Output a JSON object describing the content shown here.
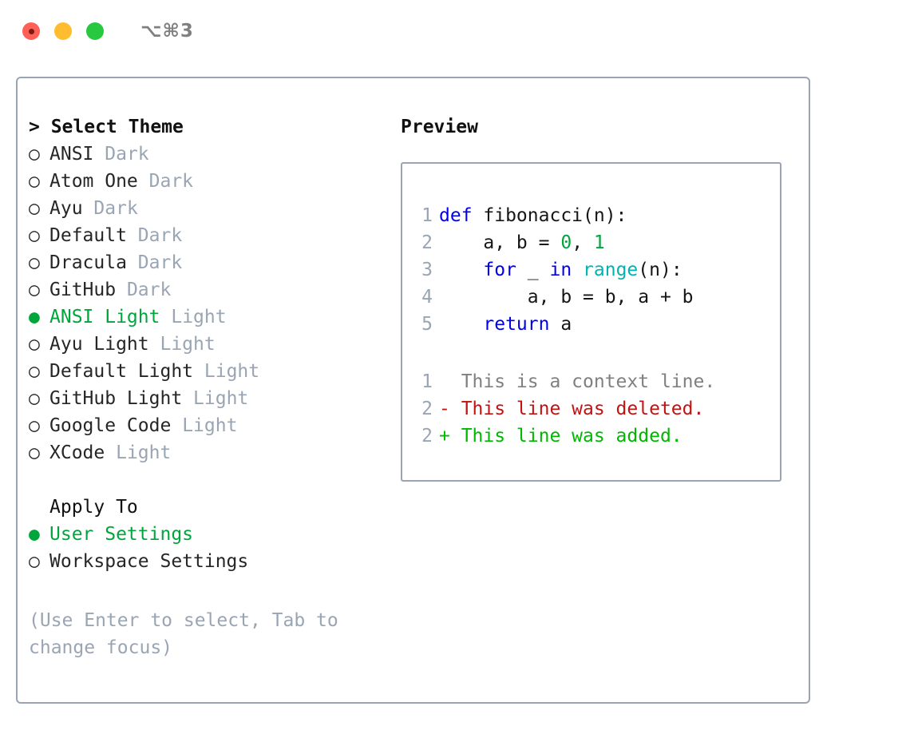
{
  "titlebar": {
    "shortcut": "⌥⌘3",
    "lights": [
      {
        "name": "close",
        "color": "#ff5f57"
      },
      {
        "name": "minimize",
        "color": "#febc2e"
      },
      {
        "name": "maximize",
        "color": "#28c840"
      }
    ]
  },
  "colors": {
    "border": "#9aa5b4",
    "accent_green": "#00a63c",
    "muted": "#9aa5b4",
    "text": "#262626",
    "keyword_blue": "#0000ee",
    "function_cyan": "#00b3b3",
    "number_green": "#00a63c",
    "diff_delete": "#c21313",
    "diff_add": "#00b800",
    "diff_context": "#808080"
  },
  "theme_list": {
    "heading": "> Select Theme",
    "bullet_unselected": "○",
    "bullet_selected": "●",
    "items": [
      {
        "label": "ANSI",
        "variant": "Dark",
        "selected": false
      },
      {
        "label": "Atom One",
        "variant": "Dark",
        "selected": false
      },
      {
        "label": "Ayu",
        "variant": "Dark",
        "selected": false
      },
      {
        "label": "Default",
        "variant": "Dark",
        "selected": false
      },
      {
        "label": "Dracula",
        "variant": "Dark",
        "selected": false
      },
      {
        "label": "GitHub",
        "variant": "Dark",
        "selected": false
      },
      {
        "label": "ANSI Light",
        "variant": "Light",
        "selected": true
      },
      {
        "label": "Ayu Light",
        "variant": "Light",
        "selected": false
      },
      {
        "label": "Default Light",
        "variant": "Light",
        "selected": false
      },
      {
        "label": "GitHub Light",
        "variant": "Light",
        "selected": false
      },
      {
        "label": "Google Code",
        "variant": "Light",
        "selected": false
      },
      {
        "label": "XCode",
        "variant": "Light",
        "selected": false
      }
    ]
  },
  "apply_to": {
    "heading": "Apply To",
    "items": [
      {
        "label": "User Settings",
        "selected": true
      },
      {
        "label": "Workspace Settings",
        "selected": false
      }
    ]
  },
  "hint": "(Use Enter to select, Tab to change focus)",
  "preview": {
    "title": "Preview",
    "code_lines": [
      {
        "number": "1",
        "tokens": [
          {
            "text": "def ",
            "kind": "kw"
          },
          {
            "text": "fibonacci(n):",
            "kind": "plain"
          }
        ]
      },
      {
        "number": "2",
        "tokens": [
          {
            "text": "    a, b = ",
            "kind": "plain"
          },
          {
            "text": "0",
            "kind": "num"
          },
          {
            "text": ", ",
            "kind": "plain"
          },
          {
            "text": "1",
            "kind": "num"
          }
        ]
      },
      {
        "number": "3",
        "tokens": [
          {
            "text": "    ",
            "kind": "plain"
          },
          {
            "text": "for",
            "kind": "kw"
          },
          {
            "text": " _ ",
            "kind": "plain"
          },
          {
            "text": "in",
            "kind": "kw"
          },
          {
            "text": " ",
            "kind": "plain"
          },
          {
            "text": "range",
            "kind": "fn"
          },
          {
            "text": "(n):",
            "kind": "plain"
          }
        ]
      },
      {
        "number": "4",
        "tokens": [
          {
            "text": "        a, b = b, a + b",
            "kind": "plain"
          }
        ]
      },
      {
        "number": "5",
        "tokens": [
          {
            "text": "    ",
            "kind": "plain"
          },
          {
            "text": "return",
            "kind": "kw"
          },
          {
            "text": " a",
            "kind": "plain"
          }
        ]
      }
    ],
    "diff_lines": [
      {
        "number": "1",
        "marker": "  ",
        "text": "This is a context line.",
        "kind": "ctx"
      },
      {
        "number": "2",
        "marker": "- ",
        "text": "This line was deleted.",
        "kind": "del"
      },
      {
        "number": "2",
        "marker": "+ ",
        "text": "This line was added.",
        "kind": "add"
      }
    ]
  }
}
